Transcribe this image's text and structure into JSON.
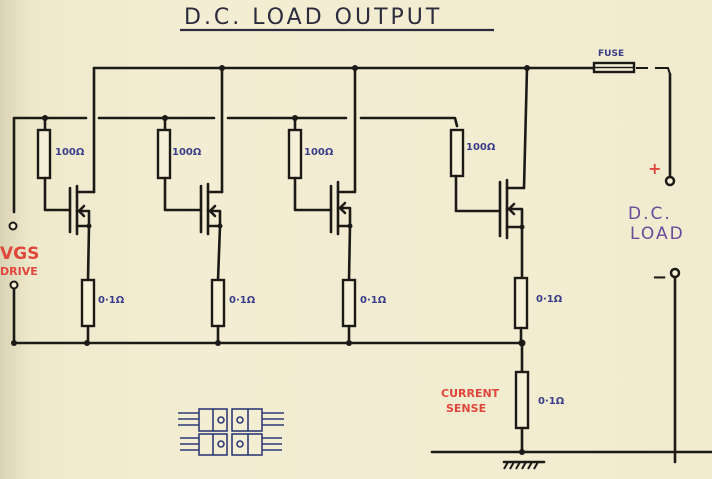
{
  "title": "D.C. LOAD OUTPUT",
  "gate_resistors": [
    "100Ω",
    "100Ω",
    "100Ω",
    "100Ω"
  ],
  "source_resistors": [
    "0·1Ω",
    "0·1Ω",
    "0·1Ω",
    "0·1Ω"
  ],
  "sense_resistor": "0·1Ω",
  "labels": {
    "fuse": "FUSE",
    "vgs_line1": "VGS",
    "vgs_line2": "DRIVE",
    "load_line1": "D.C.",
    "load_line2": "LOAD",
    "plus": "+",
    "minus": "−",
    "current_sense_line1": "CURRENT",
    "current_sense_line2": "SENSE"
  },
  "colors": {
    "board": "#f1ebcf",
    "ink": "#1c1a17",
    "blue_ink": "#3a3d8a",
    "red_ink": "#e0463c",
    "purple_ink": "#6a4a9c"
  }
}
